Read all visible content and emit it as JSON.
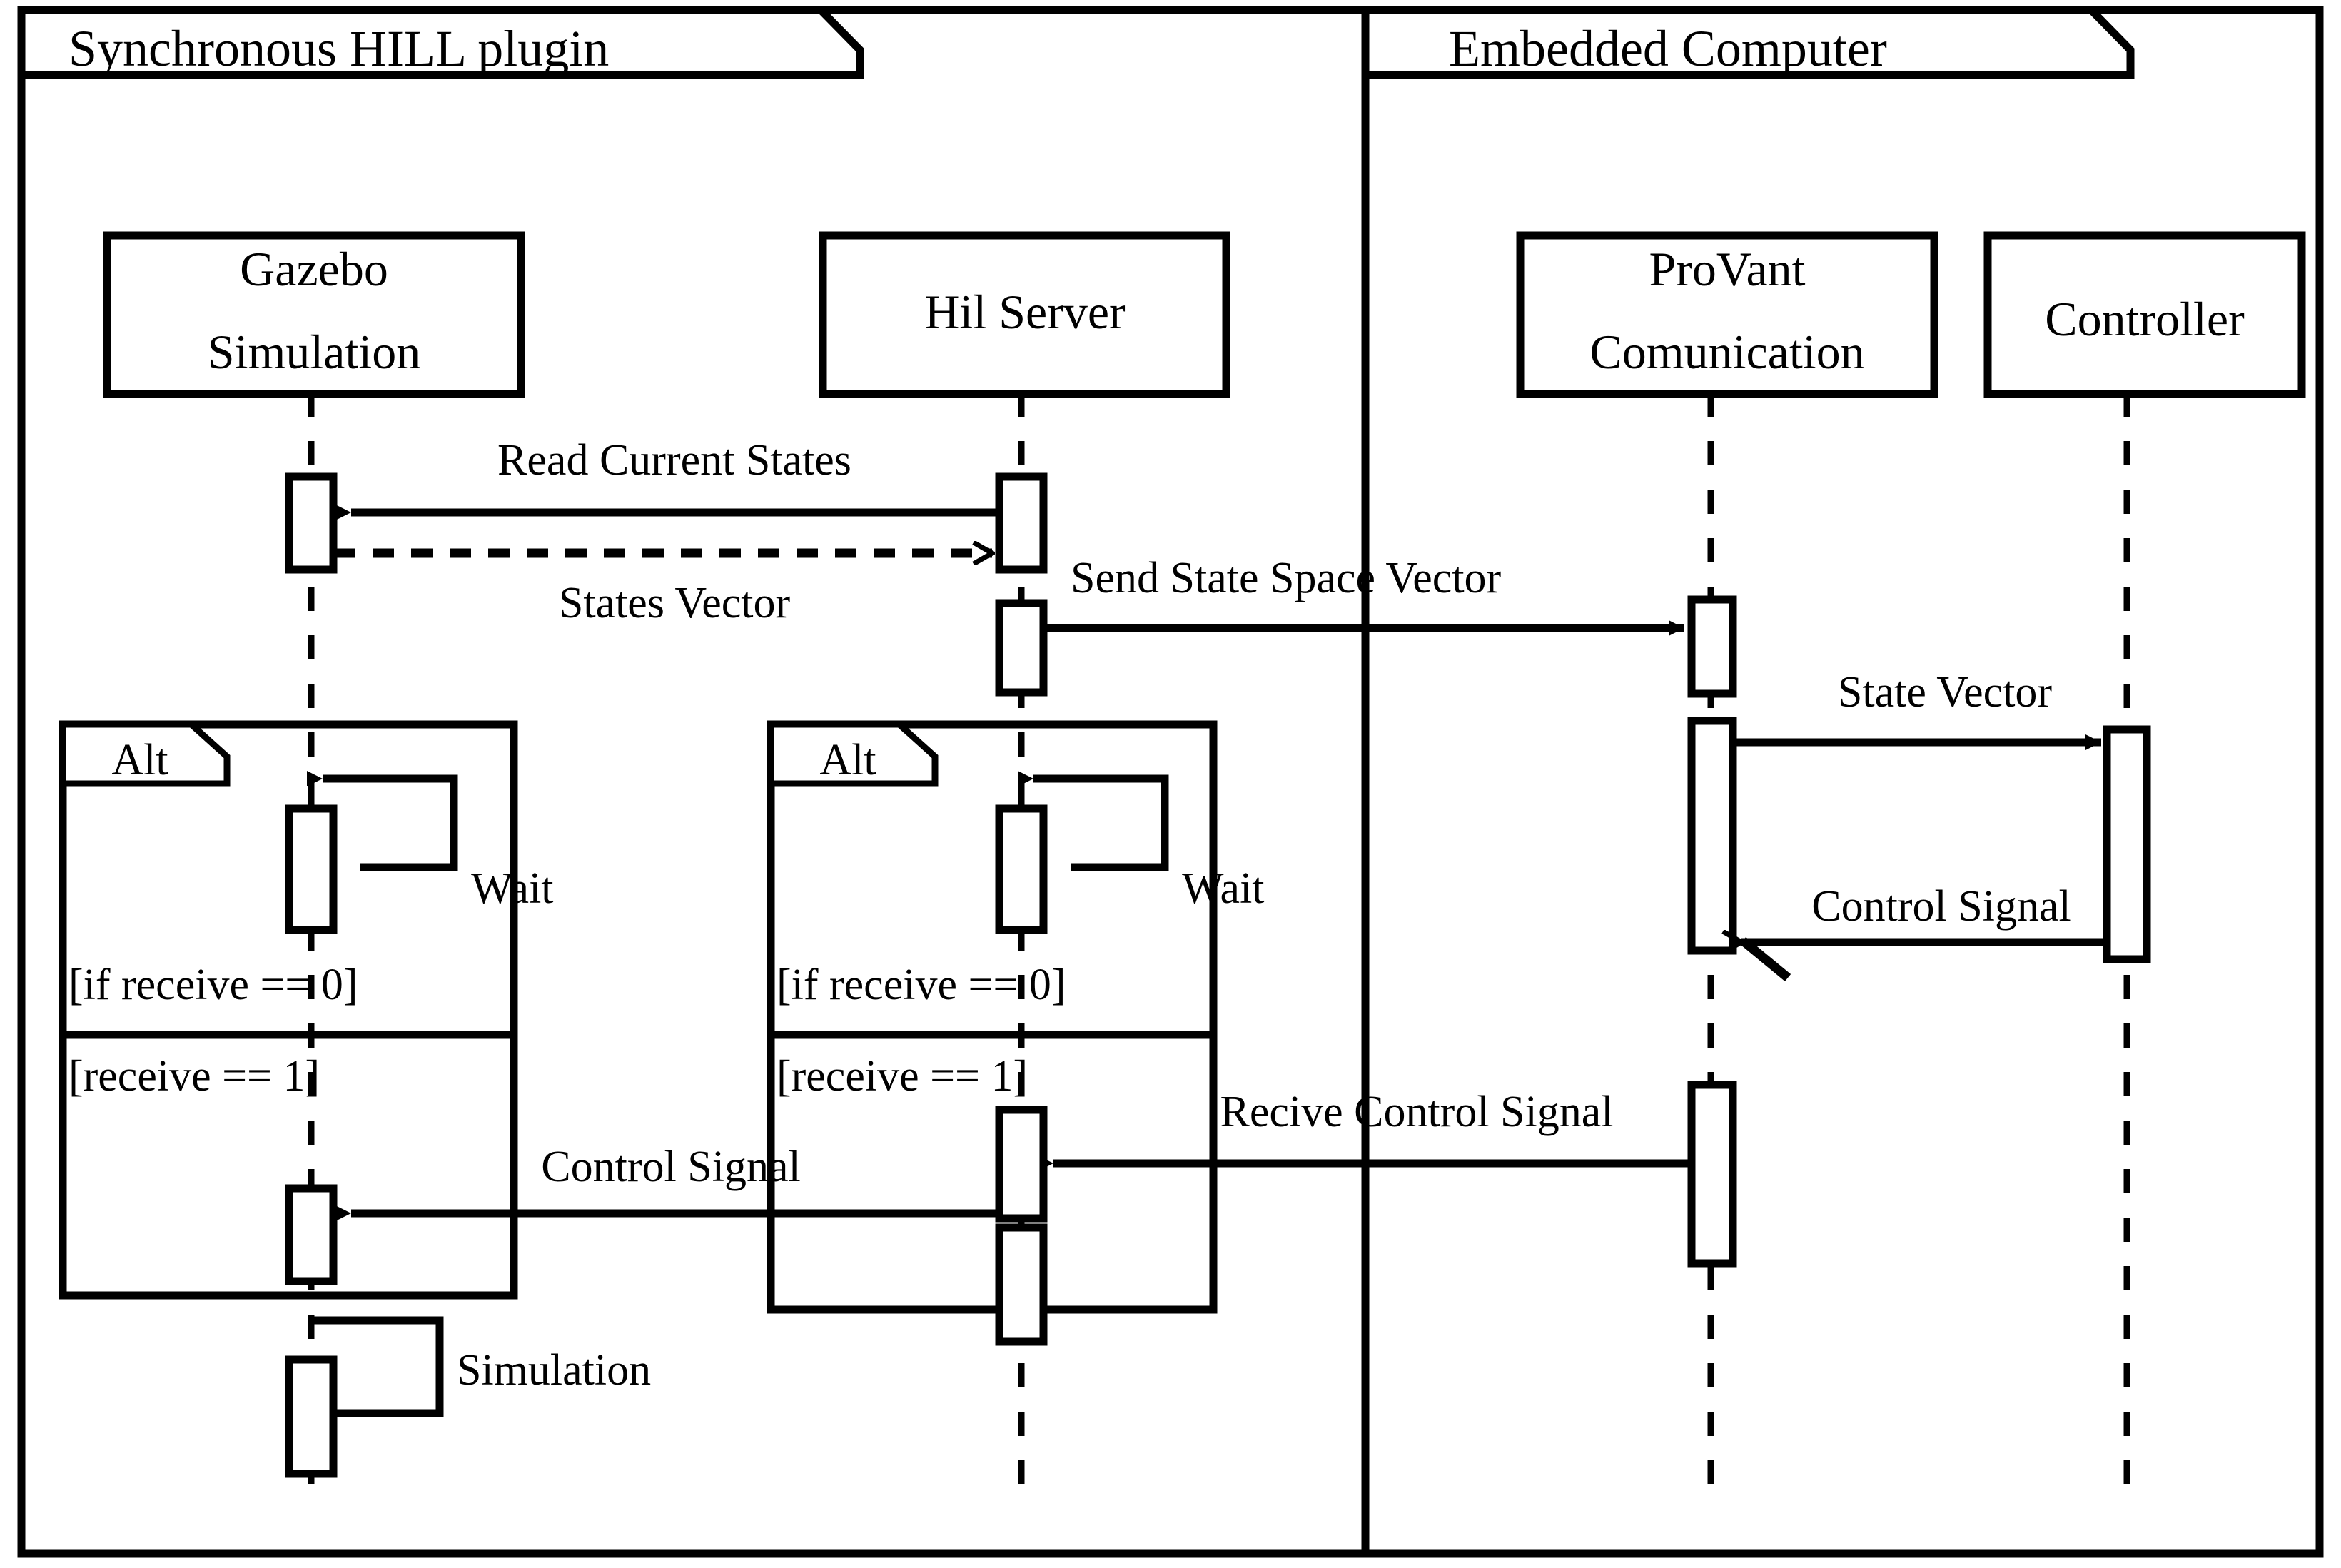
{
  "diagram": {
    "type": "uml-sequence-diagram",
    "title": "Synchronous HIL plugin / Embedded Computer interaction",
    "stroke_color": "#000000",
    "background_color": "#ffffff"
  },
  "frames": [
    {
      "id": "frame-left",
      "label": "Synchronous HILL plugin"
    },
    {
      "id": "frame-right",
      "label": "Embedded Computer"
    }
  ],
  "participants": [
    {
      "id": "gazebo",
      "label_line1": "Gazebo",
      "label_line2": "Simulation"
    },
    {
      "id": "hilserver",
      "label_line1": "Hil Server",
      "label_line2": ""
    },
    {
      "id": "provant",
      "label_line1": "ProVant",
      "label_line2": "Comunication"
    },
    {
      "id": "controller",
      "label_line1": "Controller",
      "label_line2": ""
    }
  ],
  "messages": [
    {
      "id": "m1",
      "label": "Read Current States",
      "from": "hilserver",
      "to": "gazebo",
      "style": "solid",
      "arrow": "filled"
    },
    {
      "id": "m2",
      "label": "States Vector",
      "from": "gazebo",
      "to": "hilserver",
      "style": "dashed",
      "arrow": "open"
    },
    {
      "id": "m3",
      "label": "Send State Space Vector",
      "from": "hilserver",
      "to": "provant",
      "style": "solid",
      "arrow": "filled"
    },
    {
      "id": "m4",
      "label": "State Vector",
      "from": "provant",
      "to": "controller",
      "style": "solid",
      "arrow": "filled"
    },
    {
      "id": "m5",
      "label": "Control Signal",
      "from": "controller",
      "to": "provant",
      "style": "solid",
      "arrow": "open"
    },
    {
      "id": "m6",
      "label": "Recive Control Signal",
      "from": "provant",
      "to": "hilserver",
      "style": "solid",
      "arrow": "filled"
    },
    {
      "id": "m7",
      "label": "Control Signal",
      "from": "hilserver",
      "to": "gazebo",
      "style": "solid",
      "arrow": "filled"
    },
    {
      "id": "m8",
      "label": "Wait",
      "from": "gazebo",
      "to": "gazebo",
      "style": "solid",
      "arrow": "filled"
    },
    {
      "id": "m9",
      "label": "Wait",
      "from": "hilserver",
      "to": "hilserver",
      "style": "solid",
      "arrow": "filled"
    },
    {
      "id": "m10",
      "label": "Simulation",
      "from": "gazebo",
      "to": "gazebo",
      "style": "solid",
      "arrow": "filled"
    }
  ],
  "alt_fragments": [
    {
      "id": "alt-gazebo",
      "operator": "Alt",
      "guards": [
        "[if receive == 0]",
        "[receive == 1]"
      ]
    },
    {
      "id": "alt-hilserver",
      "operator": "Alt",
      "guards": [
        "[if receive == 0]",
        "[receive == 1]"
      ]
    }
  ]
}
